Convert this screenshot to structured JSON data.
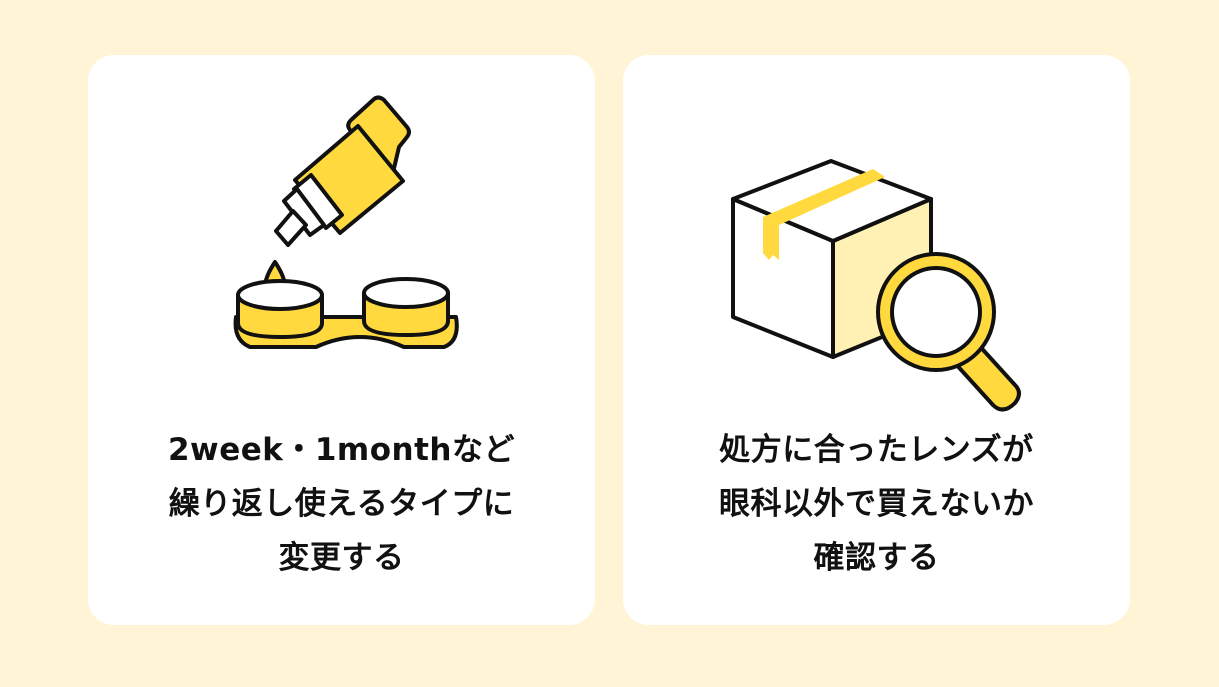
{
  "colors": {
    "background": "#fff4d6",
    "card": "#ffffff",
    "accent_yellow": "#ffd93d",
    "light_yellow": "#fff0b3",
    "outline": "#111111"
  },
  "cards": [
    {
      "icon": "contact-lens-solution-and-case-icon",
      "lines": [
        "2week・1monthなど",
        "繰り返し使えるタイプに",
        "変更する"
      ]
    },
    {
      "icon": "package-with-magnifying-glass-icon",
      "lines": [
        "処方に合ったレンズが",
        "眼科以外で買えないか",
        "確認する"
      ]
    }
  ]
}
